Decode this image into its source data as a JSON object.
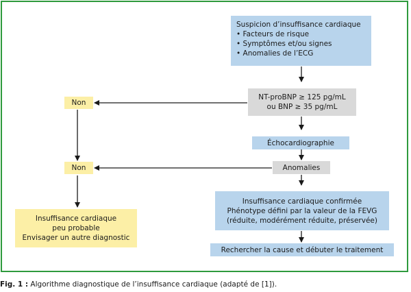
{
  "diagram": {
    "suspicion": {
      "title": "Suspicion d’insuffisance cardiaque",
      "items": [
        "Facteurs de risque",
        "Symptômes et/ou signes",
        "Anomalies de l’ECG"
      ]
    },
    "biomarkers": {
      "line1": "NT-proBNP ≥ 125 pg/mL",
      "line2": "ou BNP ≥ 35 pg/mL"
    },
    "echo": "Échocardiographie",
    "anomalies": "Anomalies",
    "confirmed": {
      "line1": "Insuffisance cardiaque confirmée",
      "line2": "Phénotype défini par la valeur de la FEVG",
      "line3": "(réduite, modérément réduite, préservée)"
    },
    "treatment": "Rechercher la cause et débuter le traitement",
    "no1": "Non",
    "no2": "Non",
    "unlikely": {
      "line1": "Insuffisance cardiaque",
      "line2": "peu probable",
      "line3": "Envisager un autre diagnostic"
    }
  },
  "caption": {
    "label": "Fig. 1 :",
    "text": " Algorithme diagnostique de l’insuffisance cardiaque (adapté de [1])."
  },
  "colors": {
    "frame": "#2e9a3d",
    "blue_box": "#b8d4ec",
    "grey_box": "#d9d9d9",
    "yellow_box": "#fcefa6"
  }
}
